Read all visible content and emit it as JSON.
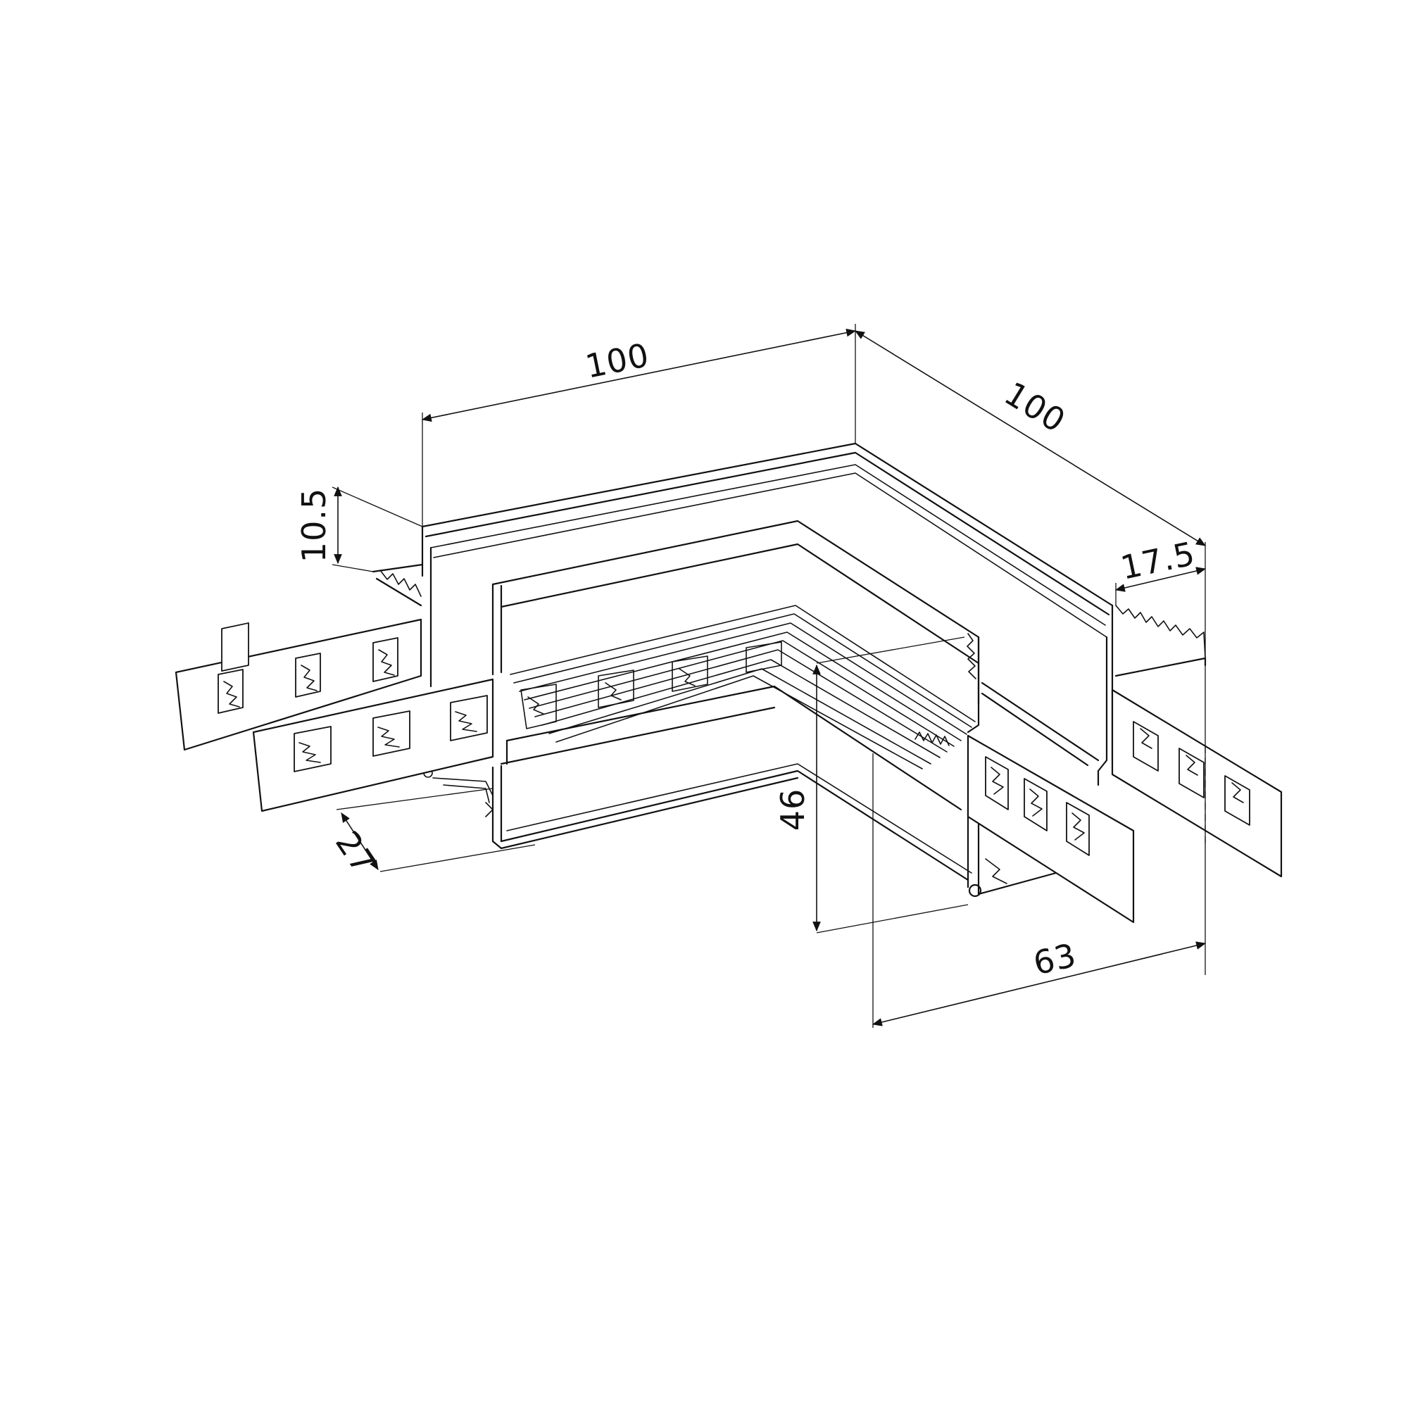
{
  "drawing": {
    "colors": {
      "stroke": "#111111",
      "background": "#ffffff"
    },
    "dimensions": {
      "top_left_length": "100",
      "top_right_length": "100",
      "flange_height": "10.5",
      "flange_width": "17.5",
      "profile_height": "46",
      "profile_width": "63",
      "bottom_depth": "27"
    }
  }
}
